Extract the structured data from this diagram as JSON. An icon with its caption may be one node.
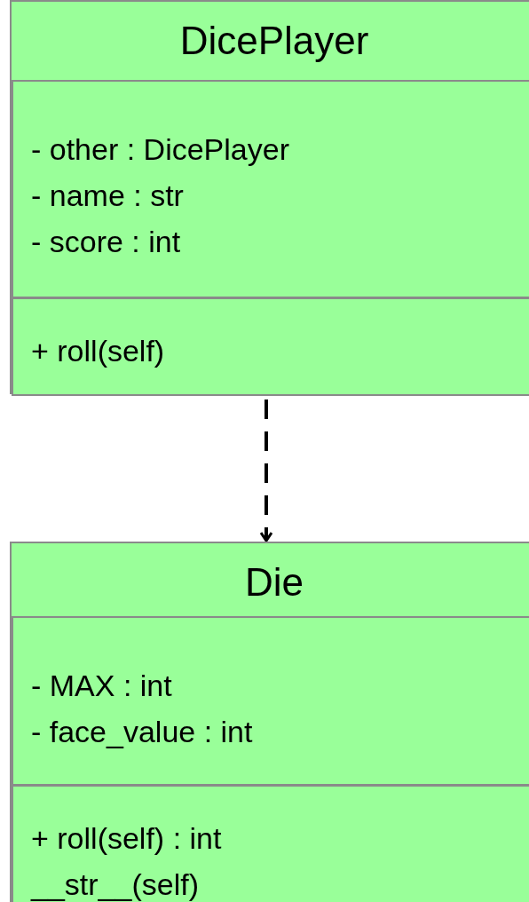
{
  "diagram": {
    "nodes": [
      {
        "text": [
          "DicePlayer"
        ]
      },
      {
        "text": [
          "- other : DicePlayer",
          "- name : str",
          "- score : int"
        ],
        "in": 0
      },
      {
        "text": [
          "+ roll(self)"
        ],
        "in": 0
      },
      {
        "text": [
          "Die"
        ]
      },
      {
        "text": [
          "- MAX : int",
          "- face_value : int"
        ],
        "in": 3
      },
      {
        "text": [
          "+ roll(self) : int",
          "__str__(self)"
        ],
        "in": 3
      }
    ],
    "edges": [
      {
        "from": 0,
        "to": 3,
        "arrow": "to",
        "style": "dashed"
      }
    ]
  }
}
